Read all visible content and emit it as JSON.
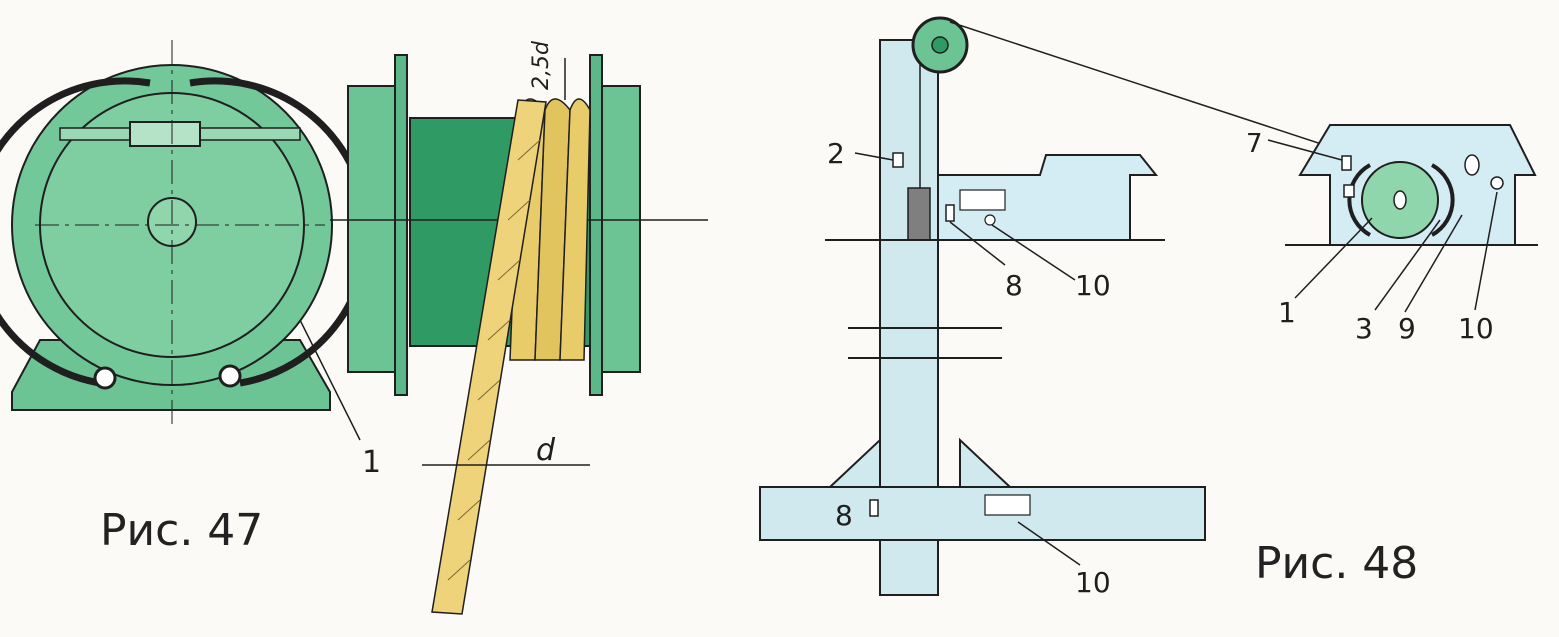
{
  "figures": [
    {
      "caption": "Рис. 47",
      "callouts": [
        "1"
      ],
      "dimensions": [
        "2,5d",
        "d"
      ]
    },
    {
      "caption": "Рис. 48",
      "callouts": {
        "upper_left": [
          "2",
          "8",
          "10"
        ],
        "right_cabin": [
          "7",
          "1",
          "3",
          "9",
          "10"
        ],
        "lower_floor": [
          "8",
          "10"
        ]
      }
    }
  ],
  "colors": {
    "drum_green": "#6cc495",
    "drum_dark_green": "#2f9a64",
    "rope_yellow": "#e8cc6a",
    "shaft_blue": "#cfe9ef",
    "ink": "#1f1f1f"
  }
}
